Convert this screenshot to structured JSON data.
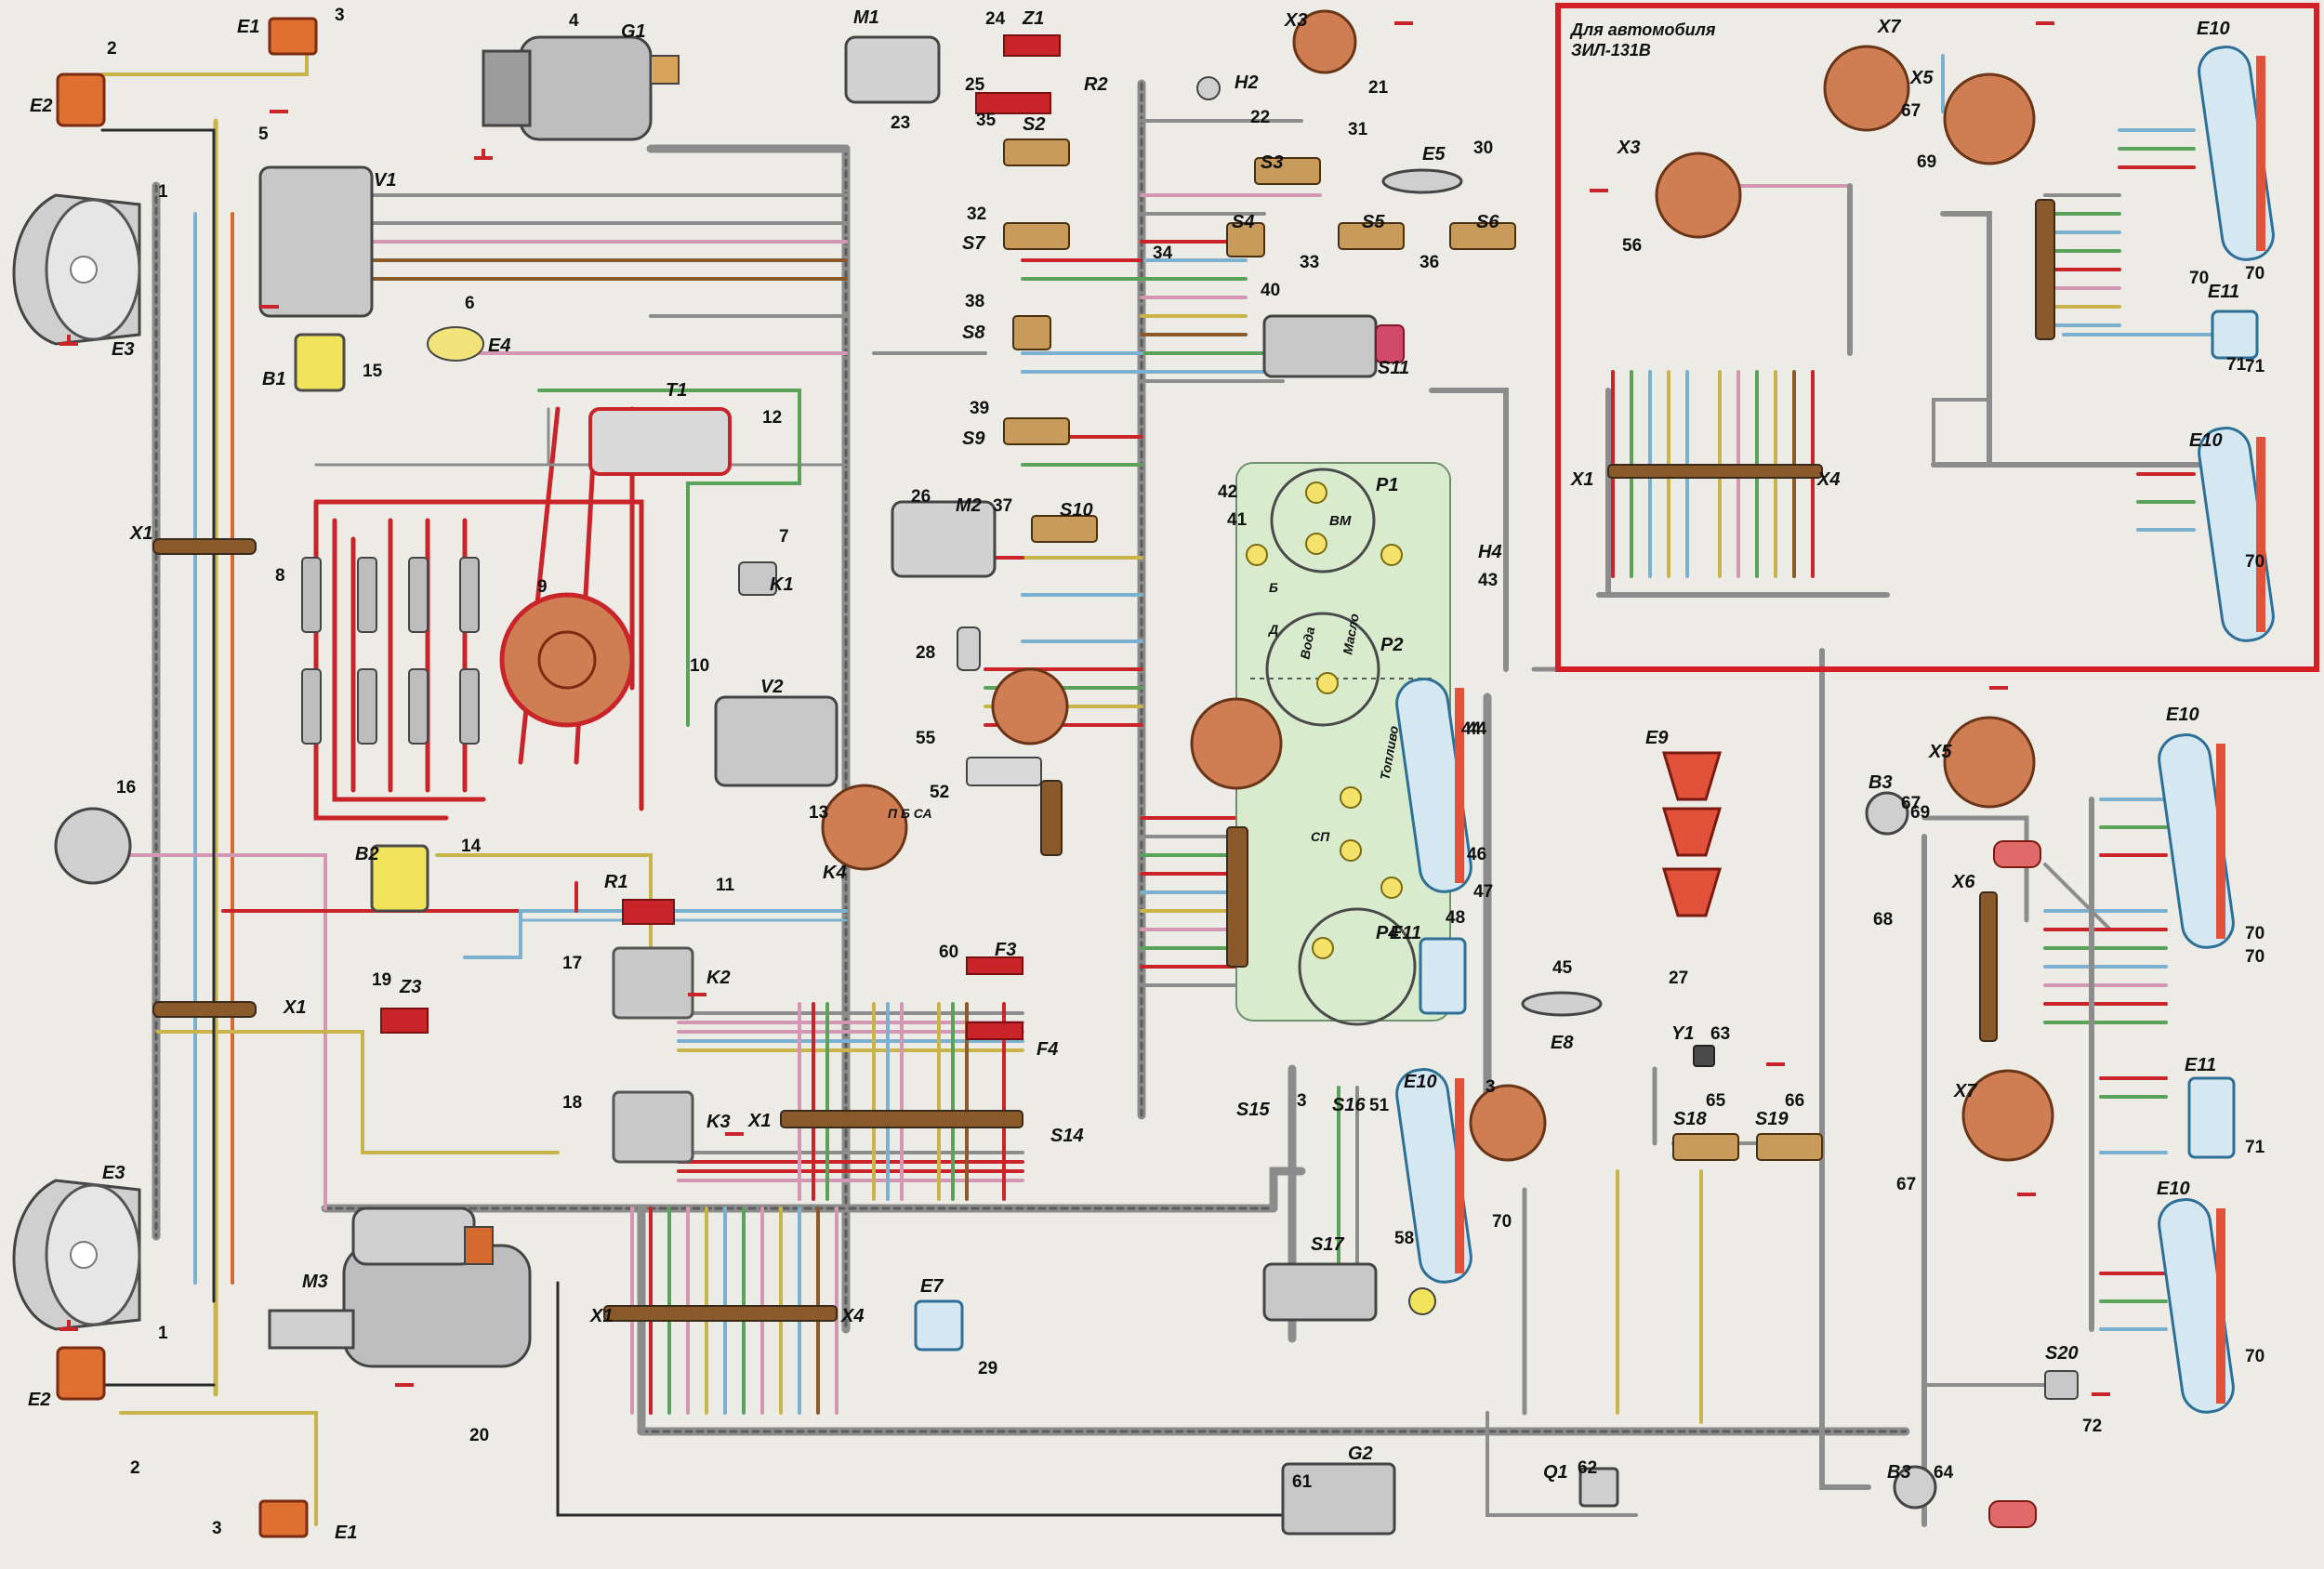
{
  "inset": {
    "title_line1": "Для автомобиля",
    "title_line2": "ЗИЛ-131В"
  },
  "components": [
    {
      "key": "hl_top",
      "num": "1",
      "label": "E3"
    },
    {
      "key": "hl_bot",
      "num": "1",
      "label": "E3"
    },
    {
      "key": "side_top",
      "num": "2",
      "label": "E2"
    },
    {
      "key": "side_bot",
      "num": "2",
      "label": "E2"
    },
    {
      "key": "marker_top",
      "num": "3",
      "label": "E1"
    },
    {
      "key": "marker_bot",
      "num": "3",
      "label": "E1"
    },
    {
      "key": "alternator",
      "num": "4",
      "label": "G1"
    },
    {
      "key": "regulator",
      "num": "5",
      "label": "V1"
    },
    {
      "key": "lamp_e4",
      "num": "6",
      "label": "E4"
    },
    {
      "key": "relay_k1",
      "num": "7",
      "label": "K1"
    },
    {
      "key": "plugs_a",
      "num": "8",
      "label": ""
    },
    {
      "key": "distributor",
      "num": "9",
      "label": ""
    },
    {
      "key": "switch_v2",
      "num": "10",
      "label": "V2"
    },
    {
      "key": "resistor",
      "num": "11",
      "label": "R1"
    },
    {
      "key": "coil",
      "num": "12",
      "label": "T1"
    },
    {
      "key": "fuse_13",
      "num": "13",
      "label": ""
    },
    {
      "key": "sensor_b2",
      "num": "14",
      "label": "B2"
    },
    {
      "key": "sensor_b1",
      "num": "15",
      "label": "B1"
    },
    {
      "key": "horn",
      "num": "16",
      "label": ""
    },
    {
      "key": "relay_k2",
      "num": "17",
      "label": "K2"
    },
    {
      "key": "relay_k3",
      "num": "18",
      "label": "K3"
    },
    {
      "key": "fuse_z3",
      "num": "19",
      "label": "Z3"
    },
    {
      "key": "starter",
      "num": "20",
      "label": "M3"
    },
    {
      "key": "socket_x3",
      "num": "21",
      "label": "X3"
    },
    {
      "key": "h2",
      "num": "22",
      "label": "H2"
    },
    {
      "key": "motor_m1",
      "num": "23",
      "label": "M1"
    },
    {
      "key": "z1",
      "num": "24",
      "label": "Z1"
    },
    {
      "key": "r2",
      "num": "25",
      "label": "R2"
    },
    {
      "key": "motor_m2",
      "num": "26",
      "label": "M2"
    },
    {
      "key": "lamps_e9",
      "num": "27",
      "label": "E9"
    },
    {
      "key": "sensor_28",
      "num": "28",
      "label": ""
    },
    {
      "key": "lamp_e7",
      "num": "29",
      "label": "E7"
    },
    {
      "key": "lamp_e5",
      "num": "30",
      "label": "E5"
    },
    {
      "key": "sw_s3",
      "num": "31",
      "label": "S3"
    },
    {
      "key": "sw_s7",
      "num": "32",
      "label": "S7"
    },
    {
      "key": "sw_s5",
      "num": "33",
      "label": "S5"
    },
    {
      "key": "sw_s4",
      "num": "34",
      "label": "S4"
    },
    {
      "key": "sw_35",
      "num": "35",
      "label": "S2"
    },
    {
      "key": "sw_s6",
      "num": "36",
      "label": "S6"
    },
    {
      "key": "sw_s10",
      "num": "37",
      "label": "S10"
    },
    {
      "key": "sw_s8",
      "num": "38",
      "label": "S8"
    },
    {
      "key": "sw_s9",
      "num": "39",
      "label": "S9"
    },
    {
      "key": "s11",
      "num": "40",
      "label": "S11"
    },
    {
      "key": "lamp41",
      "num": "41",
      "label": ""
    },
    {
      "key": "lamp42",
      "num": "42",
      "label": "P1"
    },
    {
      "key": "h4",
      "num": "43",
      "label": "H4"
    },
    {
      "key": "lamp_e10a",
      "num": "44",
      "label": ""
    },
    {
      "key": "lamp_e8",
      "num": "45",
      "label": "E8"
    },
    {
      "key": "lamp46",
      "num": "46",
      "label": ""
    },
    {
      "key": "p2",
      "num": "47",
      "label": "P2"
    },
    {
      "key": "p48",
      "num": "48",
      "label": ""
    },
    {
      "key": "s16",
      "num": "51",
      "label": "S16"
    },
    {
      "key": "s12",
      "num": "52",
      "label": ""
    },
    {
      "key": "f55",
      "num": "55",
      "label": ""
    },
    {
      "key": "x3b",
      "num": "56",
      "label": "X3"
    },
    {
      "key": "s17",
      "num": "58",
      "label": "S17"
    },
    {
      "key": "f3",
      "num": "60",
      "label": "F3"
    },
    {
      "key": "g2",
      "num": "61",
      "label": "G2"
    },
    {
      "key": "q1",
      "num": "62",
      "label": "Q1"
    },
    {
      "key": "y1",
      "num": "63",
      "label": "Y1"
    },
    {
      "key": "b3b",
      "num": "64",
      "label": "B3"
    },
    {
      "key": "s18",
      "num": "65",
      "label": "S18"
    },
    {
      "key": "s19",
      "num": "66",
      "label": "S19"
    },
    {
      "key": "x7",
      "num": "67",
      "label": "X7"
    },
    {
      "key": "b3a",
      "num": "68",
      "label": "B3"
    },
    {
      "key": "x5",
      "num": "69",
      "label": "X5"
    },
    {
      "key": "e10",
      "num": "70",
      "label": "E10"
    },
    {
      "key": "e11",
      "num": "71",
      "label": "E11"
    },
    {
      "key": "s20",
      "num": "72",
      "label": "S20"
    }
  ],
  "text": {
    "x1": "X1",
    "x4": "X4",
    "x6": "X6",
    "k4": "K4",
    "f4": "F4",
    "s14": "S14",
    "s15": "S15",
    "p4": "P4",
    "e11b": "E11",
    "vm": "ВМ",
    "voda": "Вода",
    "maslo": "Масло",
    "toplivo": "Топливо",
    "b_letter": "Б",
    "d_letter": "Д",
    "sp": "СП",
    "k4_terms": "П Б СА"
  },
  "colors": {
    "red": "#c8242a",
    "gray": "#8c8c8c",
    "yellow": "#c9b44a",
    "blue": "#7bb1cf",
    "green": "#5aa25a",
    "brown": "#8a5a2b",
    "pink": "#d497b3",
    "dark": "#2b2b2b",
    "orange": "#d46a30",
    "panel": "#d8ebcc",
    "frame": "#d51f26"
  }
}
